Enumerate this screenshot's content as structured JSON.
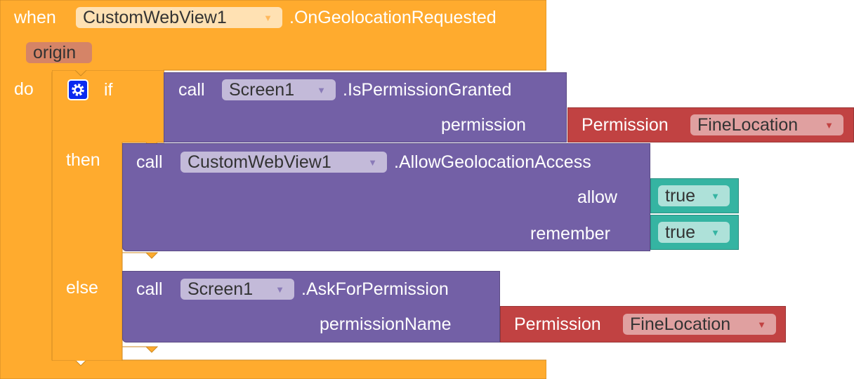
{
  "colors": {
    "event": "#FFAB2E",
    "event_dropdown": "#FFE1B3",
    "param": "#D58467",
    "procedure": "#7360A6",
    "procedure_dropdown": "#C3BAD9",
    "permission": "#C14242",
    "permission_dropdown": "#E0A0A0",
    "logic": "#35B4A2",
    "logic_dropdown": "#AEE1D9",
    "mutator": "#0A2AF0"
  },
  "event": {
    "when_label": "when",
    "component": "CustomWebView1",
    "event_name": ".OnGeolocationRequested",
    "param": "origin",
    "do_label": "do"
  },
  "if_block": {
    "mutator_icon": "gear-icon",
    "if_label": "if",
    "then_label": "then",
    "else_label": "else"
  },
  "condition": {
    "call_label": "call",
    "component": "Screen1",
    "method": ".IsPermissionGranted",
    "arg_label": "permission",
    "permission_label": "Permission",
    "permission_value": "FineLocation"
  },
  "then_call": {
    "call_label": "call",
    "component": "CustomWebView1",
    "method": ".AllowGeolocationAccess",
    "arg1_label": "allow",
    "arg1_value": "true",
    "arg2_label": "remember",
    "arg2_value": "true"
  },
  "else_call": {
    "call_label": "call",
    "component": "Screen1",
    "method": ".AskForPermission",
    "arg_label": "permissionName",
    "permission_label": "Permission",
    "permission_value": "FineLocation"
  },
  "dropdown_arrow": "▼"
}
